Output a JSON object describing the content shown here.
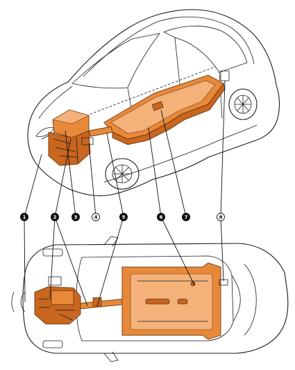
{
  "callouts": [
    {
      "id": "1",
      "style": "filled"
    },
    {
      "id": "2",
      "style": "filled"
    },
    {
      "id": "3",
      "style": "filled"
    },
    {
      "id": "4",
      "style": "open"
    },
    {
      "id": "5",
      "style": "filled"
    },
    {
      "id": "6",
      "style": "filled"
    },
    {
      "id": "7",
      "style": "filled"
    },
    {
      "id": "8",
      "style": "open"
    }
  ],
  "colors": {
    "high_voltage_components": "#e8893a",
    "outline": "#1a1a1a",
    "background": "#ffffff"
  }
}
